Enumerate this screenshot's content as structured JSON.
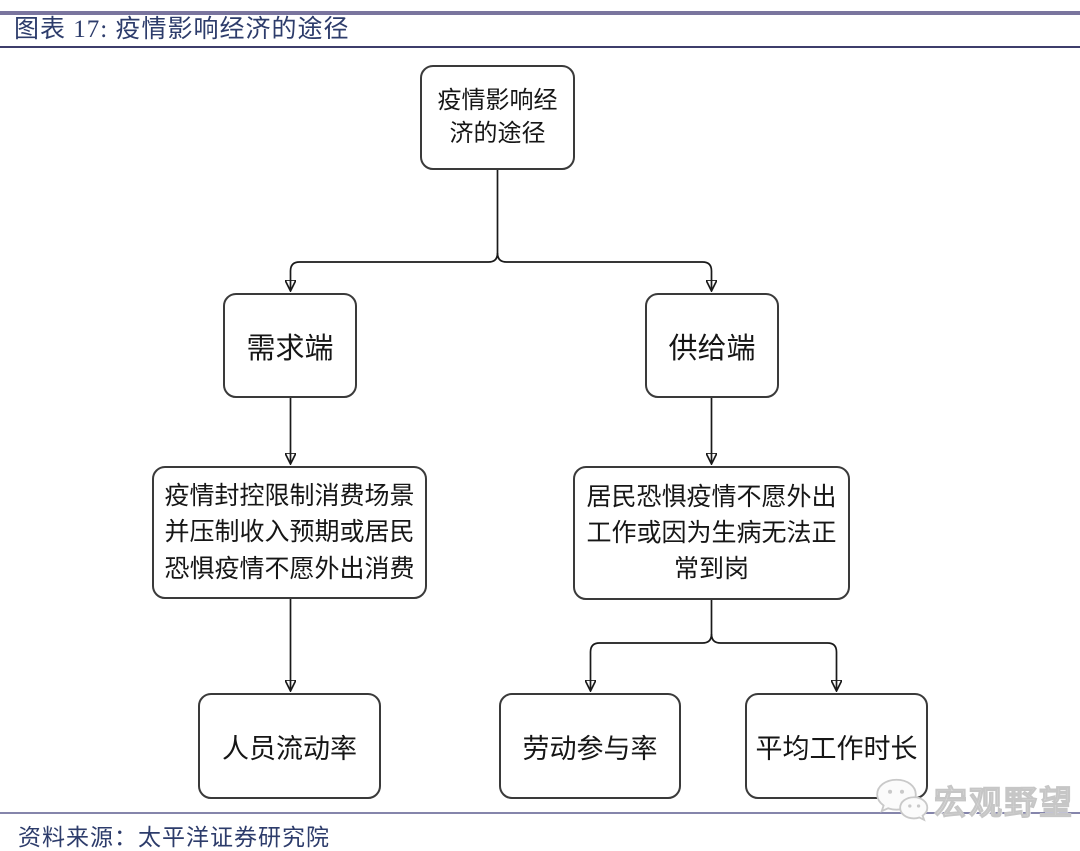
{
  "header": {
    "title": "图表 17: 疫情影响经济的途径"
  },
  "diagram": {
    "nodes": [
      {
        "id": "root",
        "label": "疫情影响经济的途径",
        "lines": [
          "疫情影响经",
          "济的途径"
        ]
      },
      {
        "id": "demand",
        "label": "需求端",
        "lines": [
          "需求端"
        ]
      },
      {
        "id": "supply",
        "label": "供给端",
        "lines": [
          "供给端"
        ]
      },
      {
        "id": "demand_detail",
        "label": "疫情封控限制消费场景并压制收入预期或居民恐惧疫情不愿外出消费",
        "lines": [
          "疫情封控限制消费场景",
          "并压制收入预期或居民",
          "恐惧疫情不愿外出消费"
        ]
      },
      {
        "id": "supply_detail",
        "label": "居民恐惧疫情不愿外出工作或因为生病无法正常到岗",
        "lines": [
          "居民恐惧疫情不愿外出",
          "工作或因为生病无法正",
          "常到岗"
        ]
      },
      {
        "id": "mobility",
        "label": "人员流动率",
        "lines": [
          "人员流动率"
        ]
      },
      {
        "id": "participation",
        "label": "劳动参与率",
        "lines": [
          "劳动参与率"
        ]
      },
      {
        "id": "work_hours",
        "label": "平均工作时长",
        "lines": [
          "平均工作时长"
        ]
      }
    ],
    "edges": [
      {
        "from": "root",
        "to": "demand"
      },
      {
        "from": "root",
        "to": "supply"
      },
      {
        "from": "demand",
        "to": "demand_detail"
      },
      {
        "from": "supply",
        "to": "supply_detail"
      },
      {
        "from": "demand_detail",
        "to": "mobility"
      },
      {
        "from": "supply_detail",
        "to": "participation"
      },
      {
        "from": "supply_detail",
        "to": "work_hours"
      }
    ]
  },
  "footer": {
    "source": "资料来源：太平洋证券研究院"
  },
  "watermark": {
    "label": "宏观野望",
    "icon": "wechat-icon"
  },
  "colors": {
    "background": "#ffffff",
    "title_text": "#2d3c6b",
    "rule_top": "#7a759e",
    "rule_heavy": "#3d3d6b",
    "rule_footer": "#8585ab",
    "box_border": "#3a3a3a",
    "box_text": "#161616",
    "connector": "#1a1a1a",
    "watermark": "#dcdcdc"
  }
}
